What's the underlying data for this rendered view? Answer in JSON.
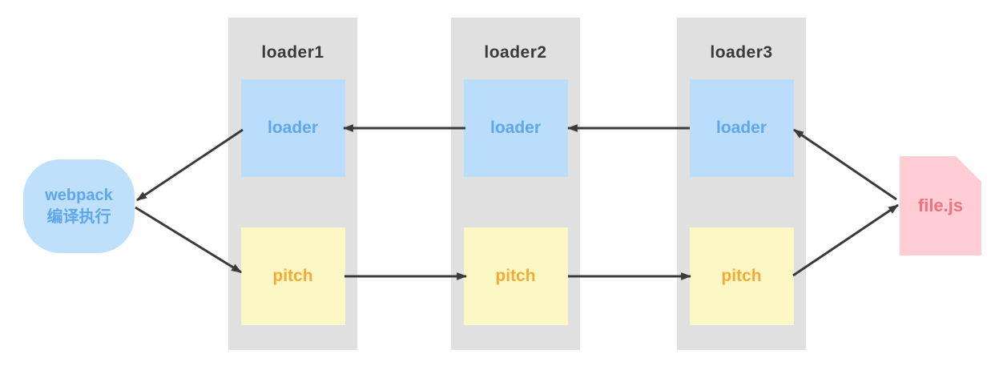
{
  "diagram": {
    "webpack_node": {
      "line1": "webpack",
      "line2": "编译执行"
    },
    "columns": [
      {
        "title": "loader1",
        "loader_label": "loader",
        "pitch_label": "pitch"
      },
      {
        "title": "loader2",
        "loader_label": "loader",
        "pitch_label": "pitch"
      },
      {
        "title": "loader3",
        "loader_label": "loader",
        "pitch_label": "pitch"
      }
    ],
    "file_node": {
      "label": "file.js"
    },
    "colors": {
      "column_bg": "#e0e0e0",
      "title_text": "#3a3a3a",
      "loader_box_bg": "#b9ddfa",
      "loader_text": "#5fa7e8",
      "pitch_box_bg": "#fdf6c5",
      "pitch_text": "#f3ac33",
      "webpack_bg": "#bee0fb",
      "webpack_text": "#5fa7e8",
      "file_bg": "#ffcdd3",
      "file_text": "#eb7480",
      "arrow": "#3a3a3a"
    }
  }
}
